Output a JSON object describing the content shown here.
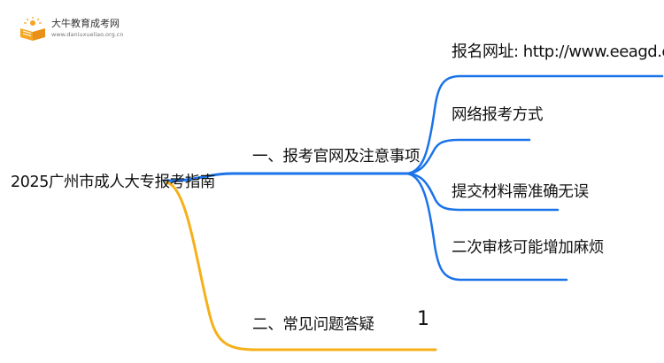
{
  "logo": {
    "name": "大牛教育成考网",
    "url": "www.daniuxueliao.org.cn",
    "colors": {
      "orange": "#f5a623",
      "dark": "#3a3a3a"
    }
  },
  "mindmap": {
    "root": "2025广州市成人大专报考指南",
    "branches": [
      {
        "label": "一、报考官网及注意事项",
        "color": "#1a73e8",
        "children": [
          "报名网址: http://www.eeagd.edu.cn/cr",
          "网络报考方式",
          "提交材料需准确无误",
          "二次审核可能增加麻烦"
        ]
      },
      {
        "label": "二、常见问题答疑",
        "color": "#f5b01a",
        "badge": "1"
      }
    ]
  }
}
